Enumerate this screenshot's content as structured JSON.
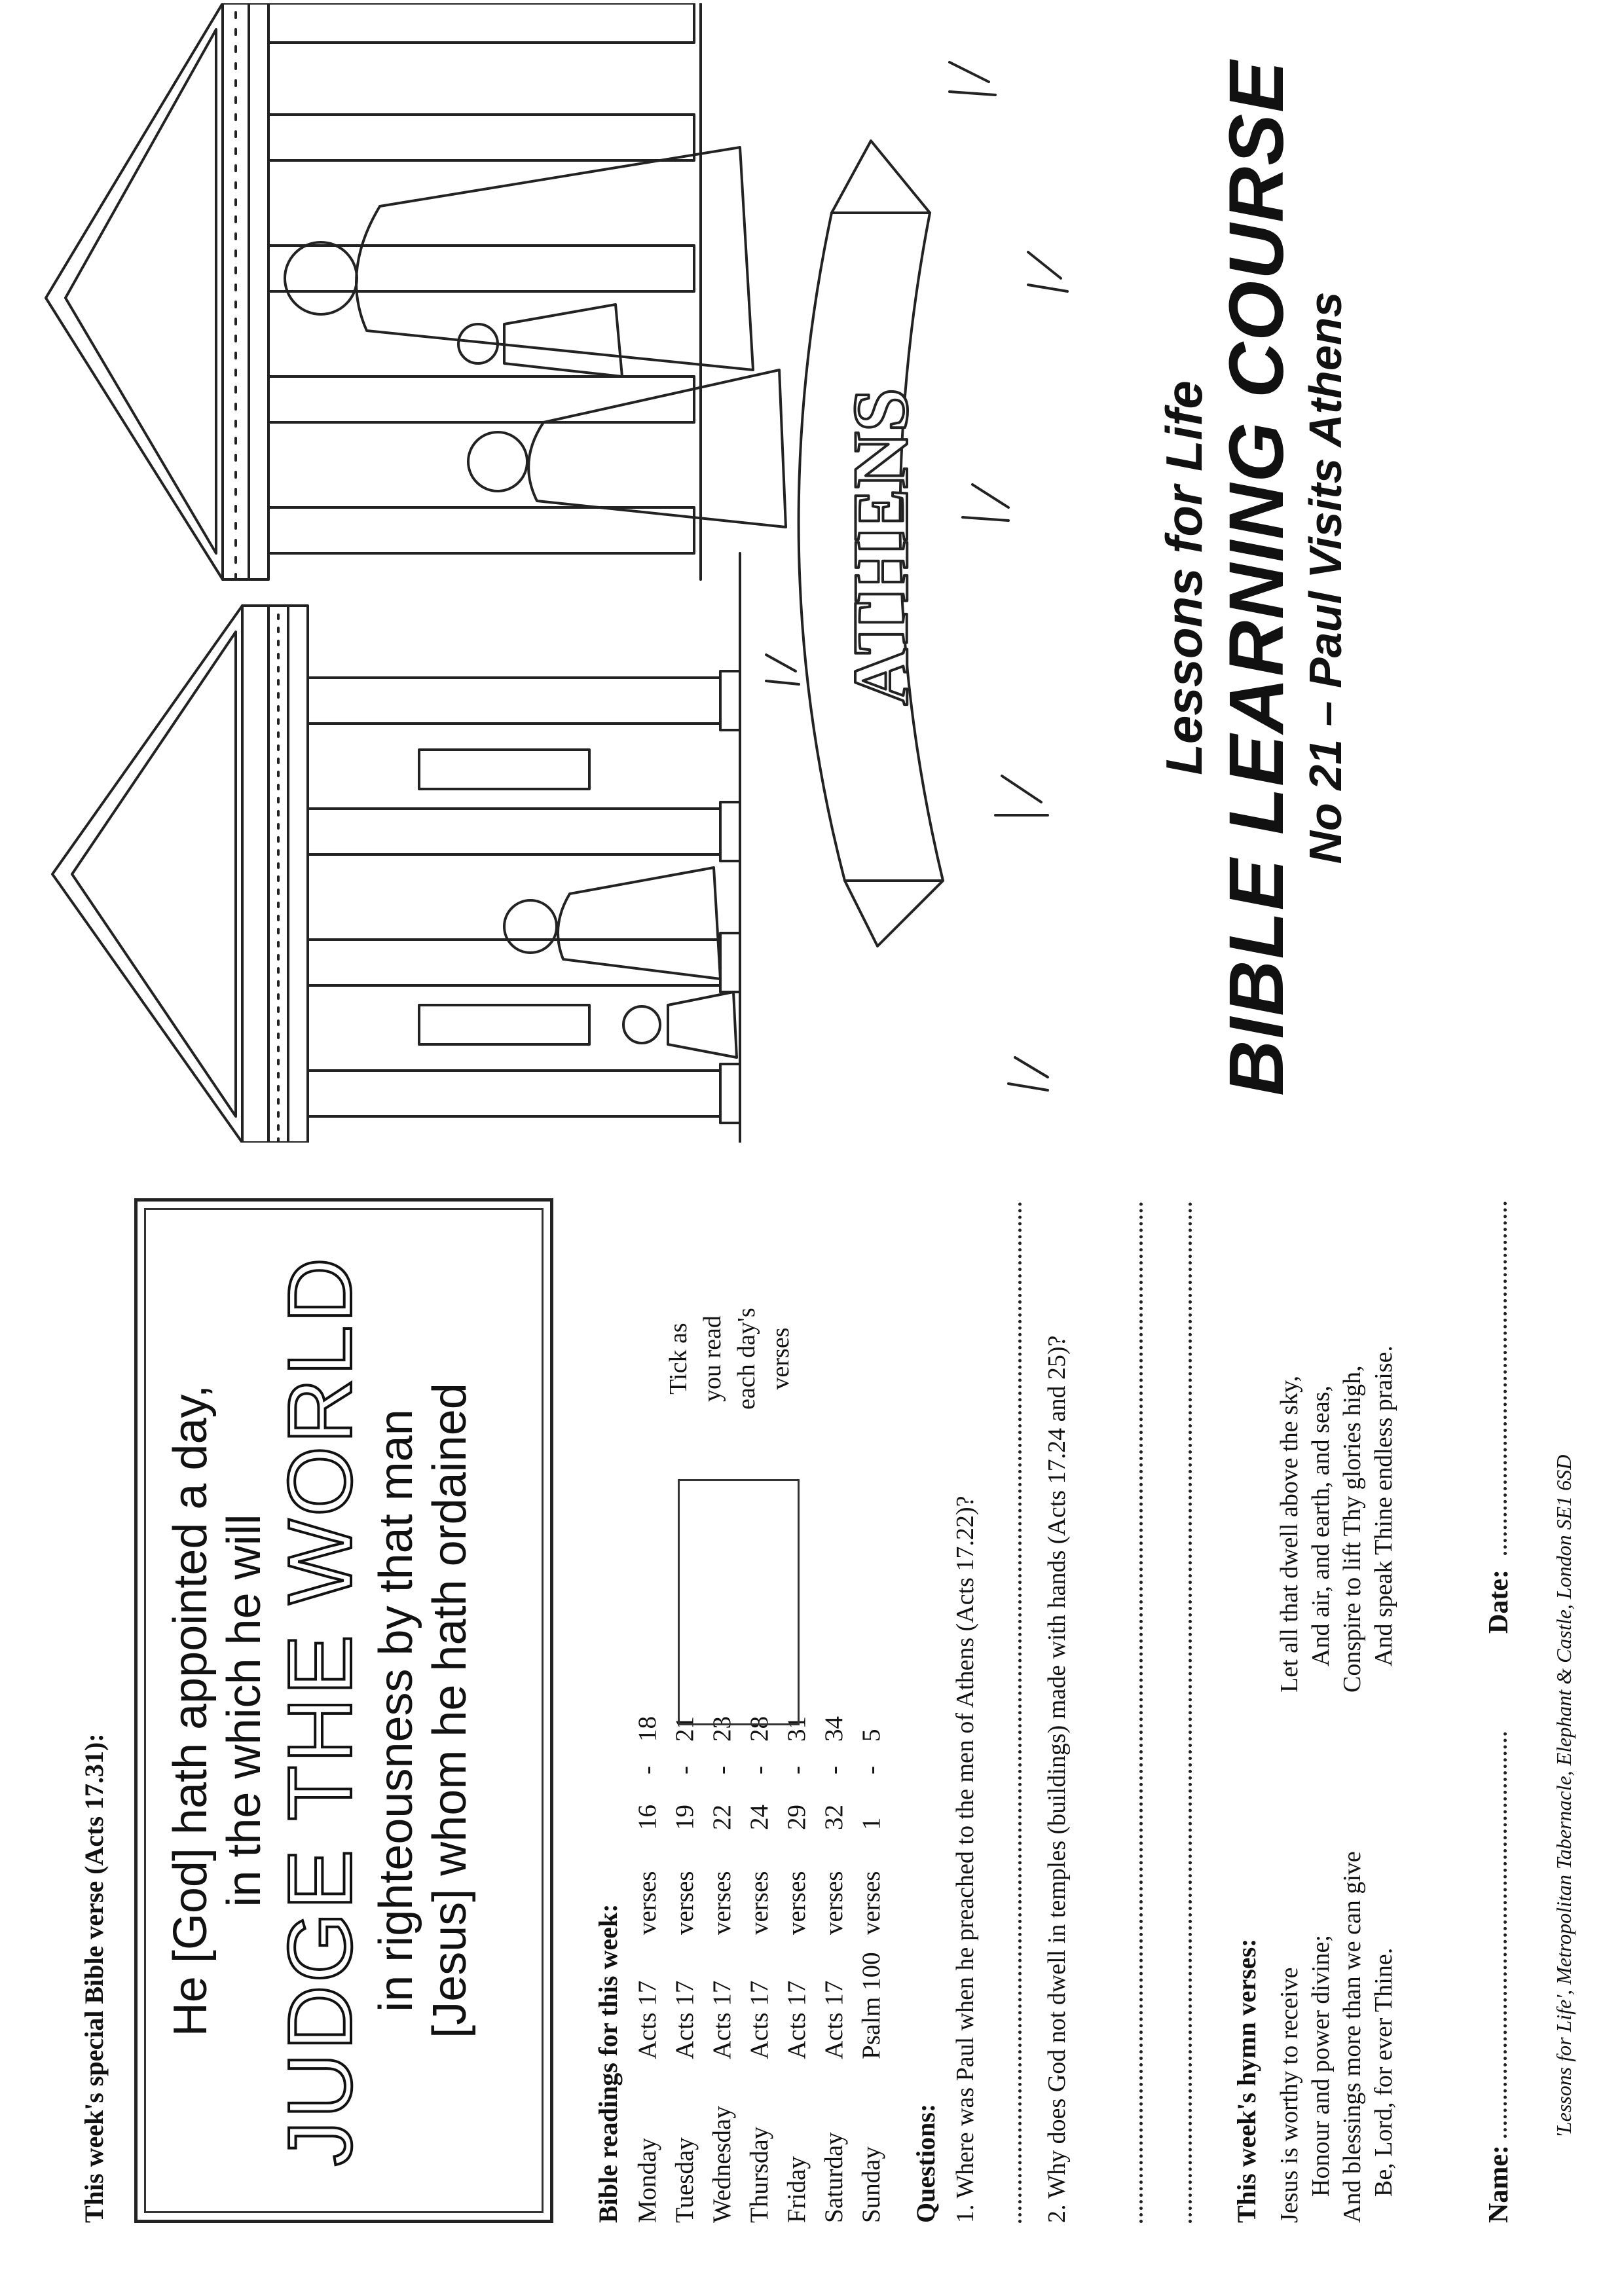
{
  "verse_section": {
    "heading": "This week's special Bible verse (Acts 17.31):",
    "line1": "He [God] hath appointed a day,",
    "line2": "in the which he will",
    "line3": "JUDGE THE WORLD",
    "line4": "in righteousness by that man",
    "line5": "[Jesus] whom he hath ordained"
  },
  "readings": {
    "heading": "Bible readings for this week:",
    "rows": [
      {
        "day": "Monday",
        "book": "Acts 17",
        "label": "verses",
        "from": "16",
        "to": "18"
      },
      {
        "day": "Tuesday",
        "book": "Acts 17",
        "label": "verses",
        "from": "19",
        "to": "21"
      },
      {
        "day": "Wednesday",
        "book": "Acts 17",
        "label": "verses",
        "from": "22",
        "to": "23"
      },
      {
        "day": "Thursday",
        "book": "Acts 17",
        "label": "verses",
        "from": "24",
        "to": "28"
      },
      {
        "day": "Friday",
        "book": "Acts 17",
        "label": "verses",
        "from": "29",
        "to": "31"
      },
      {
        "day": "Saturday",
        "book": "Acts 17",
        "label": "verses",
        "from": "32",
        "to": "34"
      },
      {
        "day": "Sunday",
        "book": "Psalm 100",
        "label": "verses",
        "from": "1",
        "to": "5"
      }
    ],
    "dash": "-",
    "tick_line1": "Tick as",
    "tick_line2": "you read",
    "tick_line3": "each day's",
    "tick_line4": "verses"
  },
  "questions": {
    "heading": "Questions:",
    "q1": "1. Where was Paul when he preached to the men of Athens (Acts 17.22)?",
    "q2": "2. Why does God not dwell in temples (buildings) made with hands (Acts 17.24 and 25)?"
  },
  "hymn": {
    "heading": "This week's hymn verses:",
    "left": [
      "Jesus is worthy to receive",
      "Honour and power divine;",
      "And blessings more than we can give",
      "Be, Lord, for ever Thine."
    ],
    "right": [
      "Let all that dwell above the sky,",
      "And air, and earth, and seas,",
      "Conspire to lift Thy glories high,",
      "And speak Thine endless praise."
    ]
  },
  "form": {
    "name_label": "Name:",
    "date_label": "Date:"
  },
  "footer": "'Lessons for Life', Metropolitan Tabernacle, Elephant & Castle, London SE1 6SD",
  "title": {
    "subtitle": "Lessons for Life",
    "main": "BIBLE LEARNING COURSE",
    "lesson": "No 21 – Paul Visits Athens"
  },
  "illustration": {
    "banner_text": "ATHENS"
  }
}
